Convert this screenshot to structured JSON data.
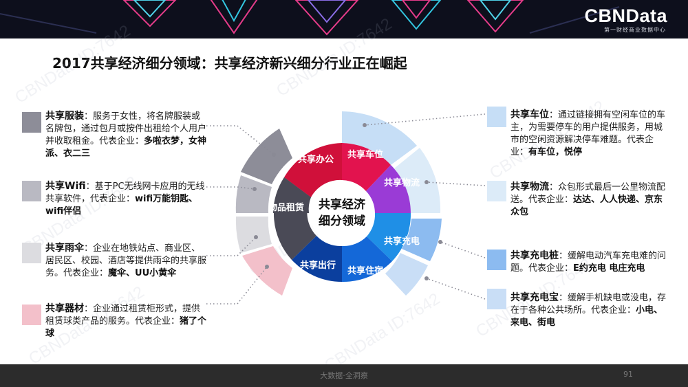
{
  "header": {
    "logo": "CBNData",
    "logo_sub": "第一财经商业数据中心",
    "title": "2017共享经济细分领域：共享经济新兴细分行业正在崛起"
  },
  "watermark": "CBNData ID:7642",
  "center": {
    "line1": "共享经济",
    "line2": "细分领域"
  },
  "segments": {
    "office": "共享办公",
    "parking": "共享车位",
    "logistics": "共享物流",
    "charging": "共享充电",
    "lodging": "共享住宿",
    "travel": "共享出行",
    "rental": "物品租赁"
  },
  "items": {
    "clothing": {
      "name": "共享服装",
      "text": "：服务于女性，将名牌服装或名牌包，通过包月或按件出租给个人用户并收取租金。代表企业：",
      "rep": "多啦衣梦，女神派、衣二三"
    },
    "wifi": {
      "name": "共享Wifi",
      "text": "：基于PC无线网卡应用的无线共享软件，代表企业：",
      "rep": "wifi万能钥匙、wifi伴侣"
    },
    "umbrella": {
      "name": "共享雨伞",
      "text": "：企业在地铁站点、商业区、居民区、校园、酒店等提供雨伞的共享服务。代表企业：",
      "rep": "魔伞、UU小黄伞"
    },
    "equipment": {
      "name": "共享器材",
      "text": "：企业通过租赁柜形式，提供租赁球类产品的服务。代表企业：",
      "rep": "猪了个球"
    },
    "parking": {
      "name": "共享车位",
      "text": "：通过链接拥有空闲车位的车主，为需要停车的用户提供服务，用城市的空闲资源解决停车难题。代表企业：",
      "rep": "有车位，悦停"
    },
    "logistics": {
      "name": "共享物流",
      "text": "：众包形式最后一公里物流配送。代表企业：",
      "rep": "达达、人人快递、京东众包"
    },
    "charging_pile": {
      "name": "共享充电桩",
      "text": "：缓解电动汽车充电难的问题。代表企业：",
      "rep": "E约充电 电庄充电"
    },
    "powerbank": {
      "name": "共享充电宝",
      "text": "：缓解手机缺电或没电，存在于各种公共场所。代表企业：",
      "rep": "小电、来电、街电"
    }
  },
  "footer": {
    "text": "大数据·全洞察",
    "page": "91"
  },
  "colors": {
    "red": "#d0103a",
    "purple": "#9a3bd6",
    "blue": "#1f8fe6",
    "navy": "#0b3f9e",
    "gray": "#4a4a56",
    "light_blue": "#c6def6",
    "pink": "#f4c2cc"
  }
}
